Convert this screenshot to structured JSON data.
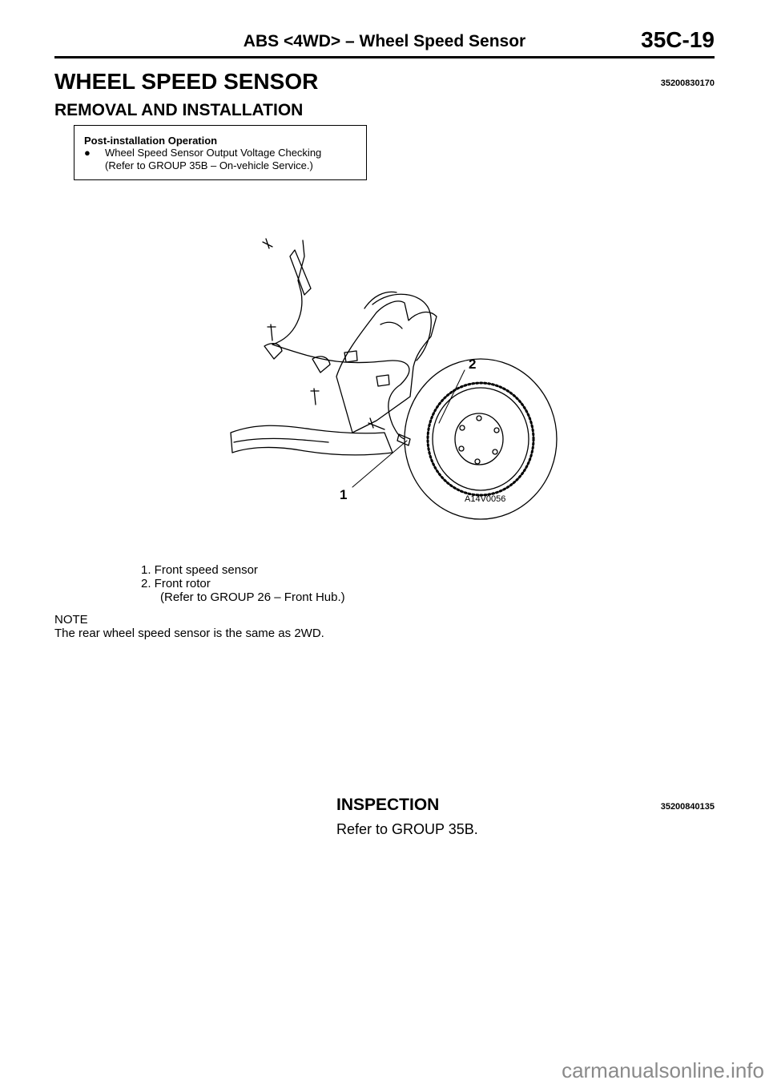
{
  "header": {
    "title": "ABS <4WD> – Wheel Speed Sensor",
    "page_number": "35C-19"
  },
  "section": {
    "title": "WHEEL SPEED SENSOR",
    "code": "35200830170",
    "subtitle": "REMOVAL AND INSTALLATION"
  },
  "post_install_box": {
    "title": "Post-installation Operation",
    "bullet": "●",
    "line1": "Wheel Speed Sensor Output Voltage Checking",
    "line2": "(Refer to GROUP 35B – On-vehicle Service.)"
  },
  "figure": {
    "callout_1": "1",
    "callout_2": "2",
    "figure_code": "A14V0056"
  },
  "legend": {
    "item1": "1. Front speed sensor",
    "item2": "2. Front rotor",
    "item2_note": "(Refer to GROUP 26 – Front Hub.)"
  },
  "note": {
    "title": "NOTE",
    "text": "The rear wheel speed sensor is the same as 2WD."
  },
  "inspection": {
    "title": "INSPECTION",
    "code": "35200840135",
    "text": "Refer to GROUP 35B."
  },
  "watermark": "carmanualsonline.info"
}
